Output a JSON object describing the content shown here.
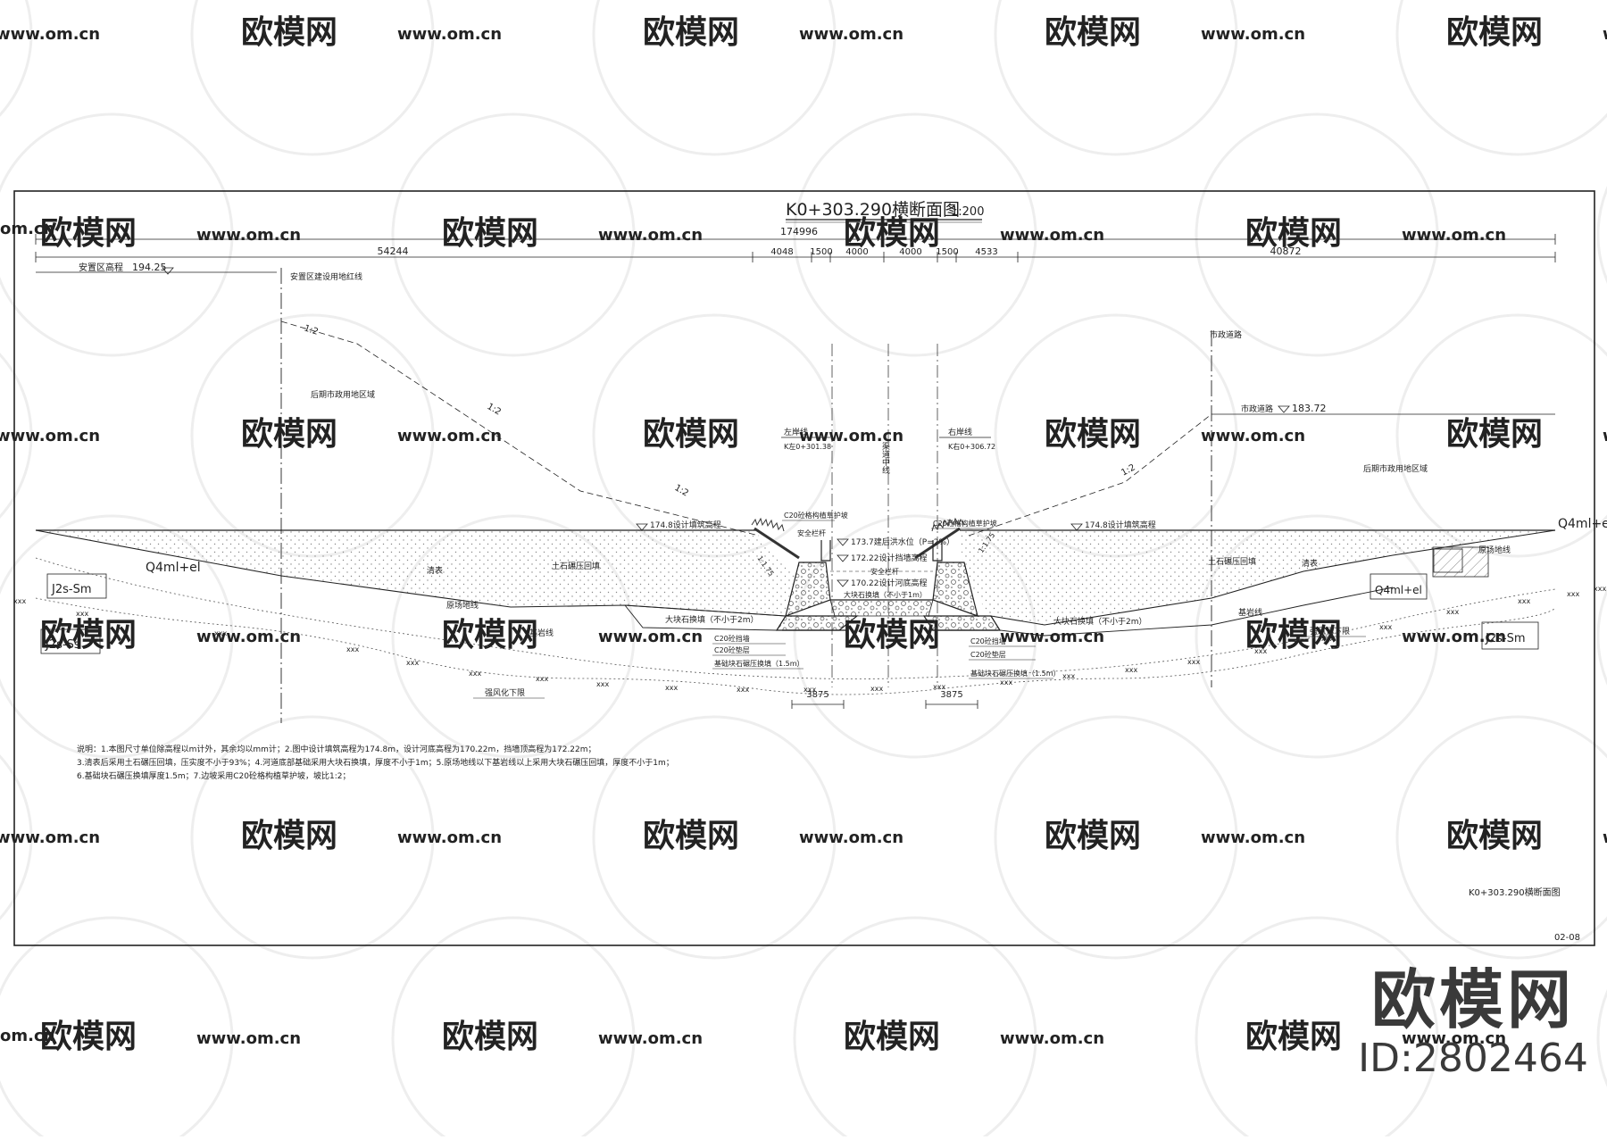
{
  "title": {
    "main": "K0+303.290横断面图",
    "scale": "1:200"
  },
  "dimensions": {
    "total": "174996",
    "left": "54244",
    "right": "40872",
    "mid": [
      "4048",
      "1500",
      "4000",
      "4000",
      "1500",
      "4533"
    ],
    "bottom_left": "3875",
    "bottom_right": "3875"
  },
  "labels": {
    "left_elev_name": "安置区高程",
    "left_elev_val": "194.25",
    "left_red_line": "安置区建设用地红线",
    "left_zone": "后期市政用地区域",
    "slope": "1:2",
    "left_bank_line": "左岸线",
    "left_bank_k": "K左0+301.38",
    "right_bank_line": "右岸线",
    "right_bank_k": "K右0+306.72",
    "centerline": "渠道中线",
    "road": "市政道路",
    "road_elev_name": "市政道路",
    "road_elev_val": "183.72",
    "right_zone": "后期市政用地区域",
    "left_grass": "C20砼格构植草护坡",
    "right_grass": "C20砼格构植草护坡",
    "fence_left": "安全栏杆",
    "fence_right": "安全栏杆",
    "flood_level": "173.7建后洪水位（P=2%）",
    "wall_top": "172.22设计挡墙高程",
    "bed_elev": "170.22设计河底高程",
    "bed_fill": "大块石换填（不小于1m）",
    "design_fill_left": "174.8设计填筑高程",
    "design_fill_right": "174.8设计填筑高程",
    "soil_fill_left": "土石碾压回填",
    "soil_fill_right": "土石碾压回填",
    "topsoil_left": "清表",
    "topsoil_right": "清表",
    "ground_left": "原场地线",
    "ground_right": "原场地线",
    "rock_line_left": "基岩线",
    "rock_line_right": "基岩线",
    "stone_left": "大块石换填（不小于2m）",
    "stone_right": "大块石换填（不小于2m）",
    "strong_weather_left": "强风化下限",
    "strong_weather_right": "强风化下限",
    "wall_left": "C20砼挡墙",
    "wall_right": "C20砼挡墙",
    "cushion_left": "C20砼垫层",
    "cushion_right": "C20砼垫层",
    "gravel_left": "基础块石碾压换填（1.5m）",
    "gravel_right": "基础块石碾压换填（1.5m）",
    "slope_ratio_left": "1:1.75",
    "slope_ratio_right": "1:1.75",
    "geo_q4_left": "Q4ml+el",
    "geo_j2s_left": "J2s-Sm",
    "geo_j2s_left2": "J2s-Ss",
    "geo_q4_right": "Q4ml+el",
    "geo_q4_right2": "Q4ml+el",
    "geo_j2s_right": "J2s-Sm",
    "bottom_title": "K0+303.290横断面图",
    "sheet_no": "02-08"
  },
  "notes": {
    "line1": "说明：1.本图尺寸单位除高程以m计外，其余均以mm计；2.图中设计填筑高程为174.8m，设计河底高程为170.22m，挡墙顶高程为172.22m；",
    "line2": "3.清表后采用土石碾压回填，压实度不小于93%；4.河道底部基础采用大块石换填，厚度不小于1m；5.原场地线以下基岩线以上采用大块石碾压回填，厚度不小于1m；",
    "line3": "6.基础块石碾压换填厚度1.5m；7.边坡采用C20砼格构植草护坡，坡比1:2；"
  },
  "watermark": {
    "logo": "欧模网",
    "url": "www.om.cn",
    "partial": "om.cn"
  },
  "brand": {
    "name": "欧模网",
    "id": "ID:2802464"
  },
  "colors": {
    "line": "#222222",
    "watermark": "#dddddd",
    "fill_dot": "#888888"
  }
}
